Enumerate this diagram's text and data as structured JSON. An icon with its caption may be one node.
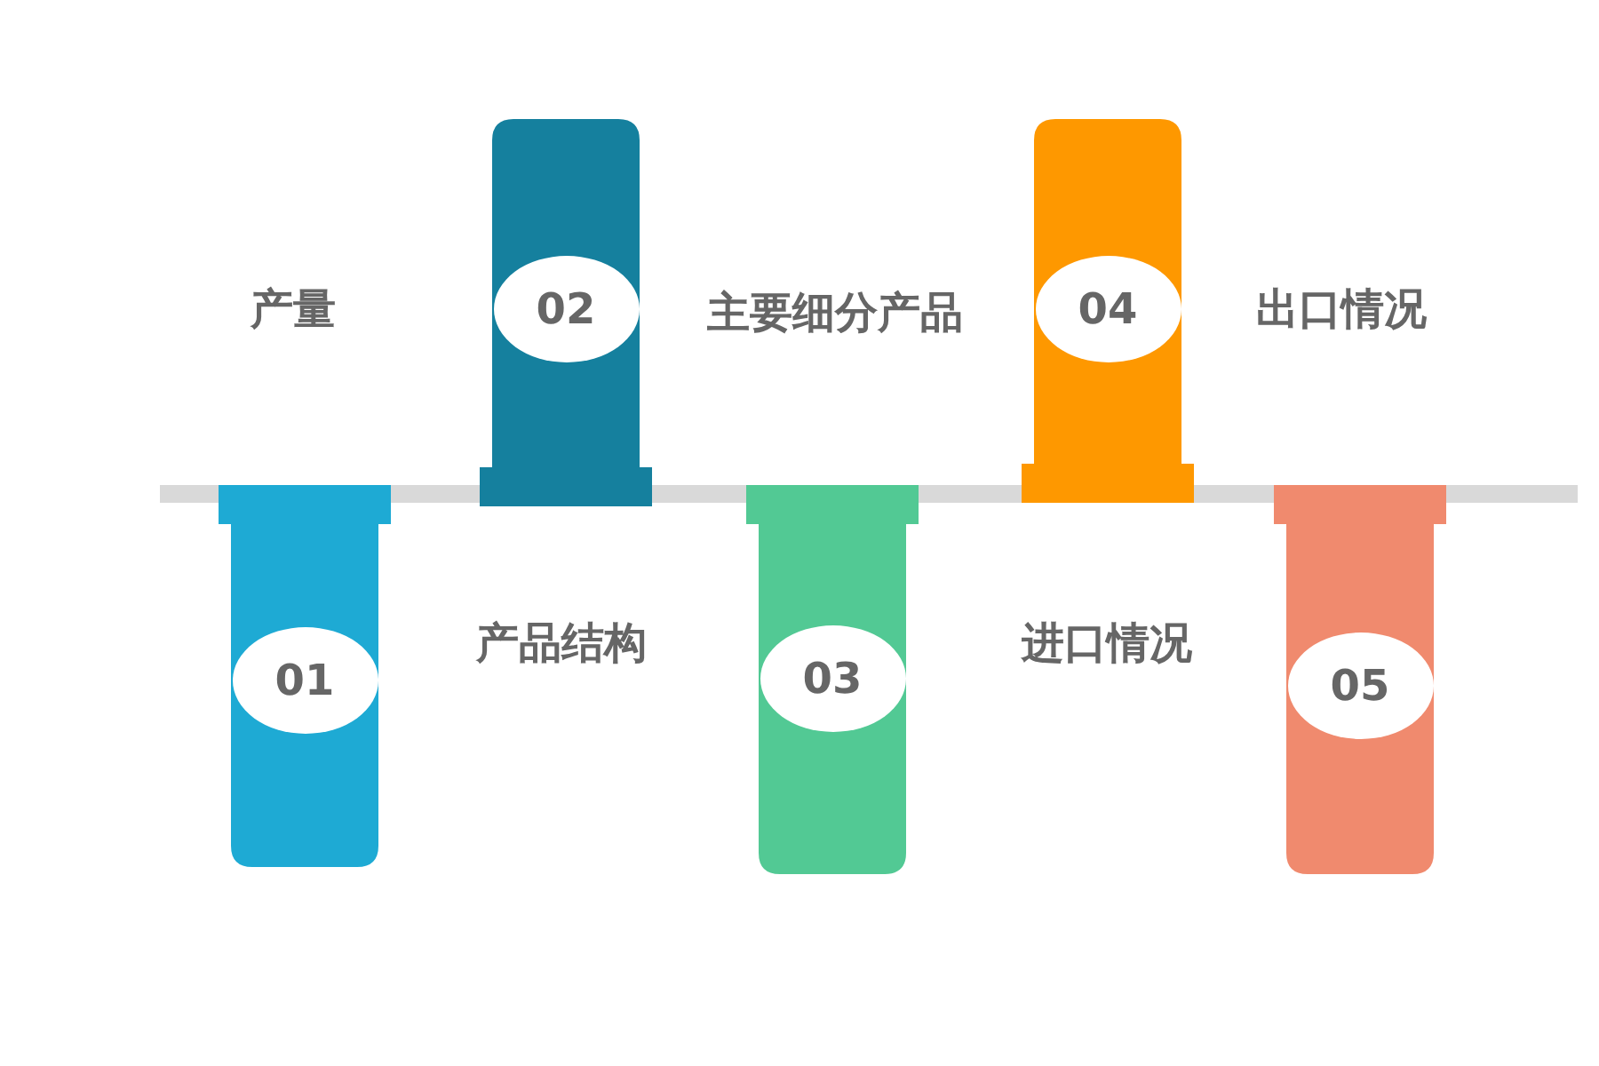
{
  "diagram": {
    "nodes": [
      {
        "text": [
          "01"
        ]
      },
      {
        "text": [
          "02"
        ]
      },
      {
        "text": [
          "03"
        ]
      },
      {
        "text": [
          "04"
        ]
      },
      {
        "text": [
          "05"
        ]
      }
    ],
    "labels": [
      "产量",
      "主要细分产品",
      "出口情况",
      "产品结构",
      "进口情况"
    ]
  }
}
